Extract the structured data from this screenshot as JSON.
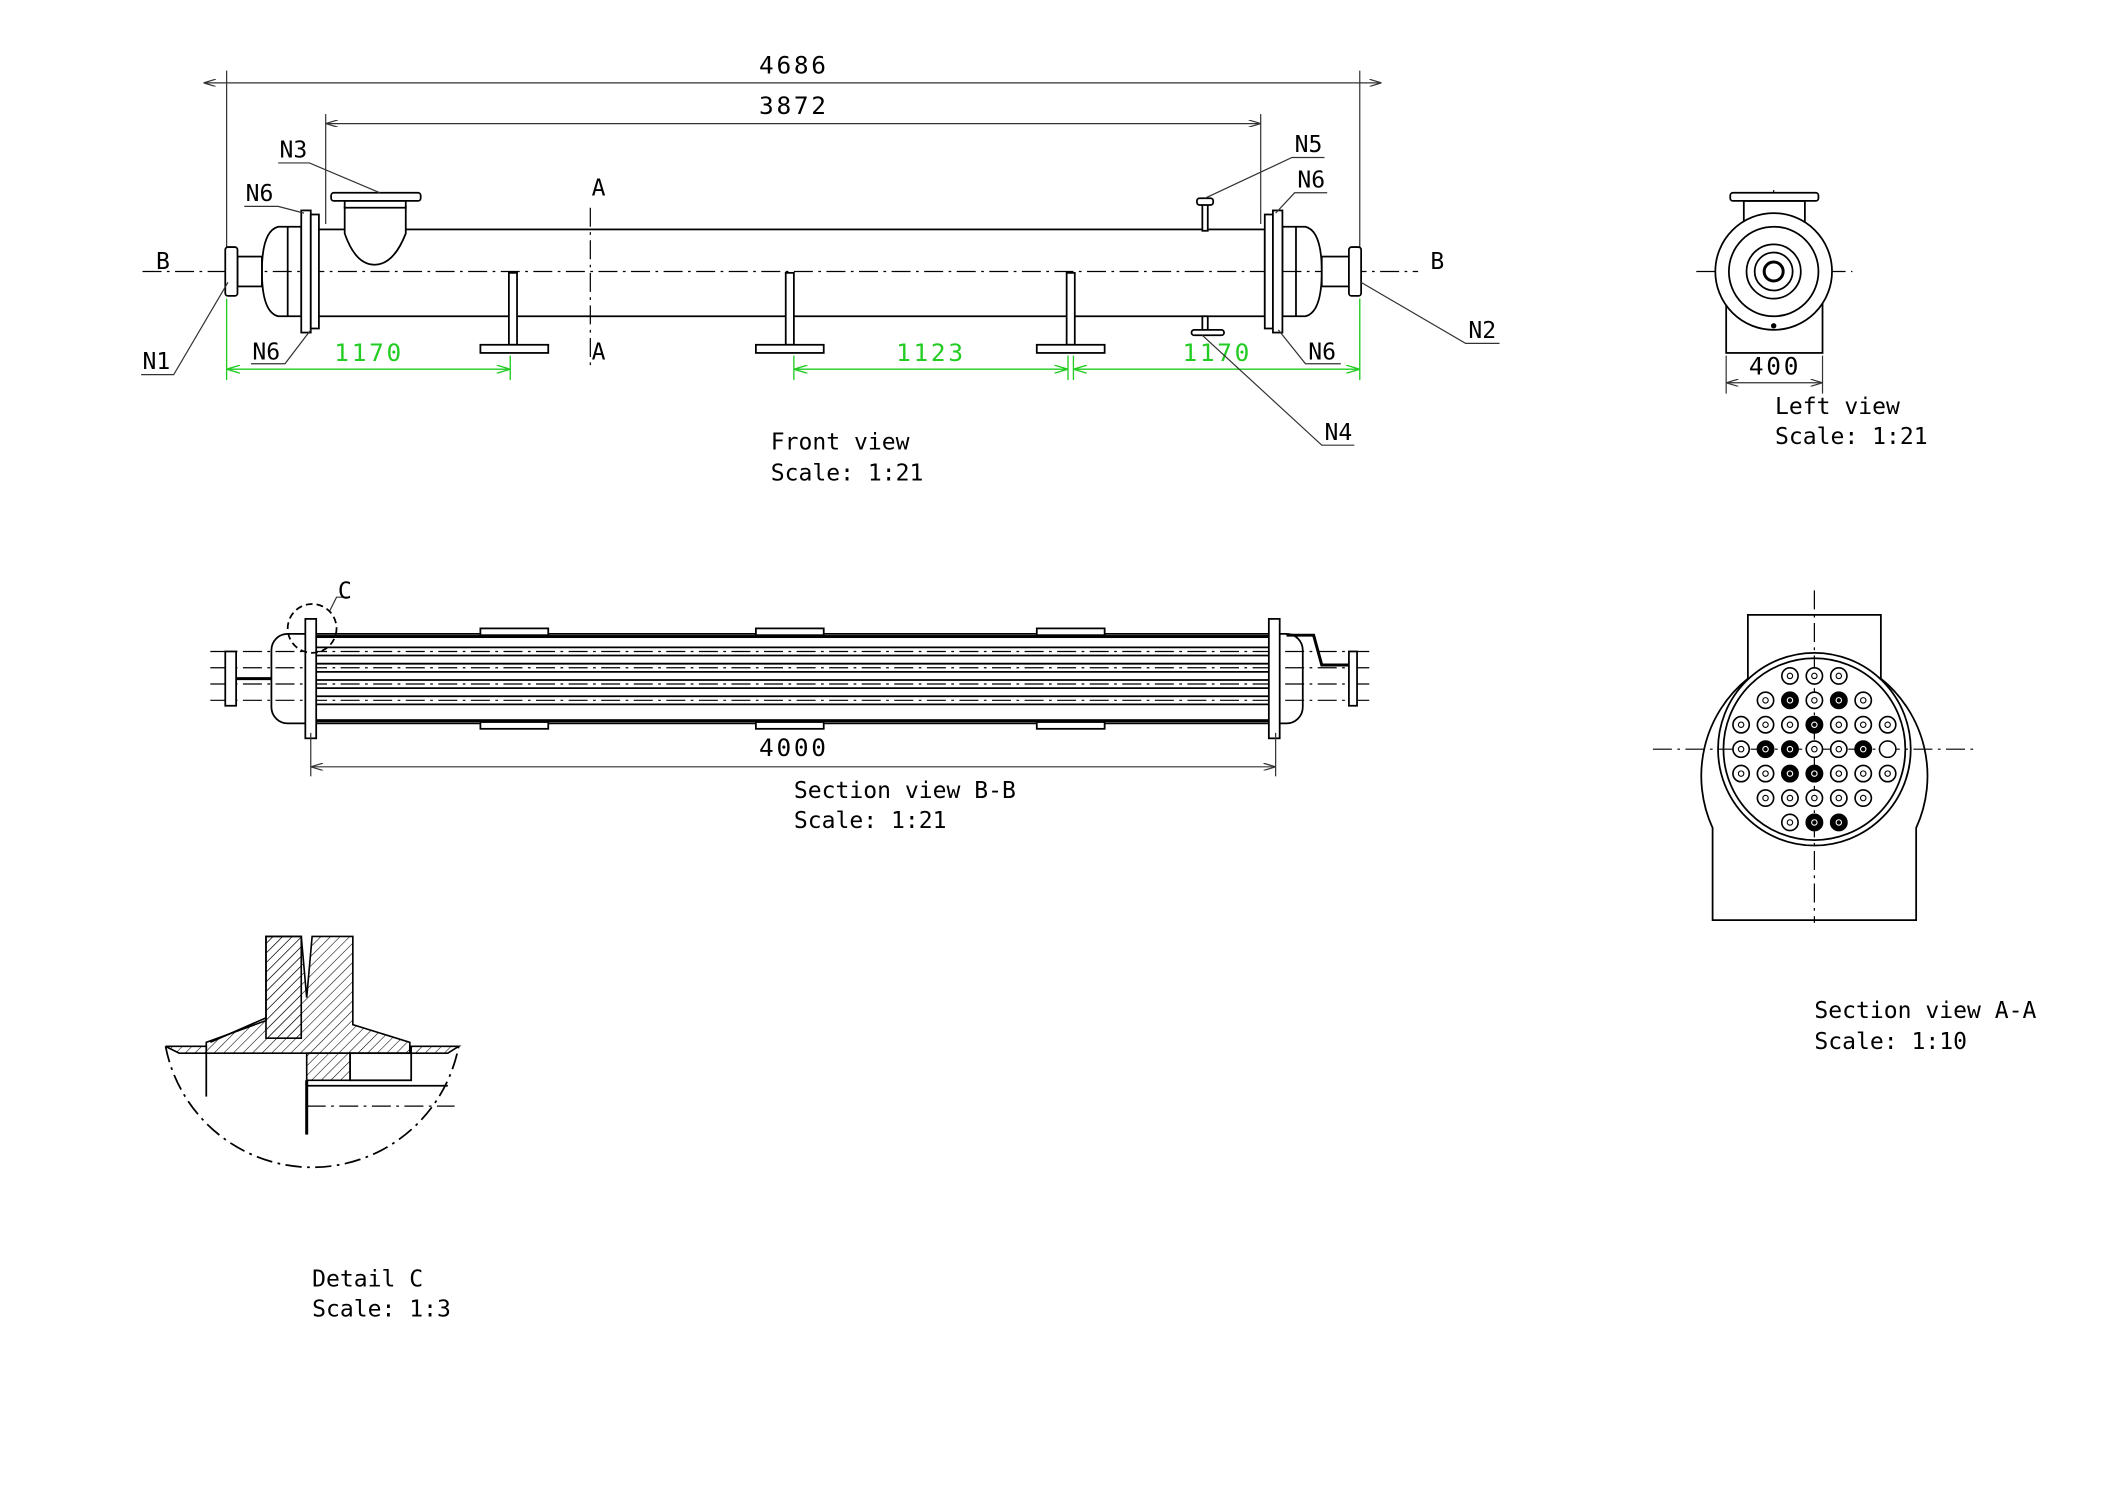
{
  "drawing": {
    "front_view": {
      "title": "Front view",
      "scale": "Scale:  1:21",
      "dimensions": {
        "overall": "4686",
        "shell": "3872",
        "support_left": "1170",
        "support_mid": "1123",
        "support_right": "1170"
      },
      "nozzles": [
        "N1",
        "N2",
        "N3",
        "N4",
        "N5",
        "N6",
        "N6",
        "N6",
        "N6"
      ],
      "section_marks": {
        "a_top": "A",
        "a_bottom": "A",
        "b_left": "B",
        "b_right": "B"
      }
    },
    "left_view": {
      "title": "Left view",
      "scale": "Scale:  1:21",
      "dimension": "400"
    },
    "section_bb": {
      "title": "Section view B-B",
      "scale": "Scale:  1:21",
      "dimension": "4000",
      "detail_mark": "C"
    },
    "section_aa": {
      "title": "Section view A-A",
      "scale": "Scale:  1:10"
    },
    "detail_c": {
      "title": "Detail C",
      "scale": "Scale:  1:3"
    },
    "colors": {
      "dimension_green": "#22cc22",
      "line": "#000000"
    }
  }
}
